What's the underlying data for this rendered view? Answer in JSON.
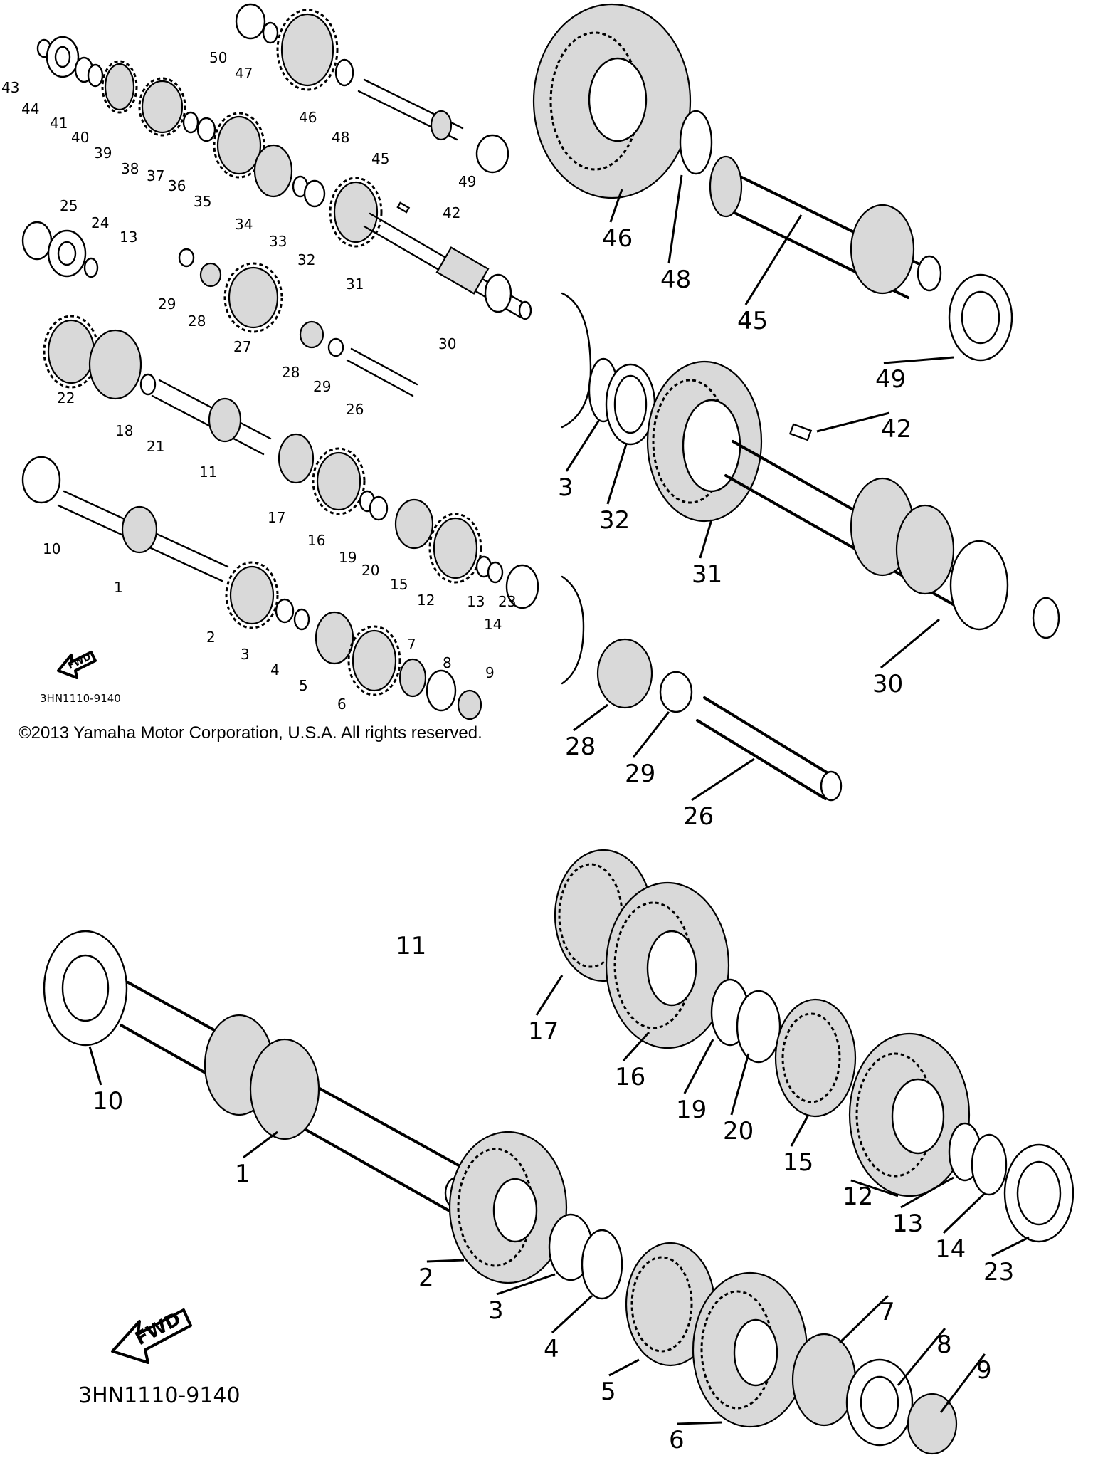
{
  "copyright": "©2013 Yamaha Motor Corporation, U.S.A. All rights reserved.",
  "fwd_label": "FWD",
  "diagram_code": "3HN1110-9140",
  "stray_mark": "11",
  "overview_labels": [
    "43",
    "44",
    "41",
    "40",
    "39",
    "38",
    "37",
    "36",
    "35",
    "34",
    "33",
    "32",
    "31",
    "30",
    "50",
    "47",
    "46",
    "48",
    "45",
    "49",
    "42",
    "25",
    "24",
    "13",
    "29",
    "28",
    "27",
    "28",
    "29",
    "26",
    "22",
    "18",
    "21",
    "11",
    "10",
    "1",
    "17",
    "16",
    "19",
    "20",
    "15",
    "12",
    "13",
    "14",
    "23",
    "2",
    "3",
    "4",
    "5",
    "6",
    "7",
    "8",
    "9"
  ],
  "detail_top_labels": [
    "46",
    "48",
    "45",
    "49",
    "42",
    "3",
    "32",
    "31",
    "30",
    "28",
    "29",
    "26"
  ],
  "detail_bottom_labels": [
    "10",
    "1",
    "17",
    "16",
    "19",
    "20",
    "15",
    "12",
    "13",
    "14",
    "23",
    "2",
    "3",
    "4",
    "5",
    "6",
    "7",
    "8",
    "9"
  ]
}
